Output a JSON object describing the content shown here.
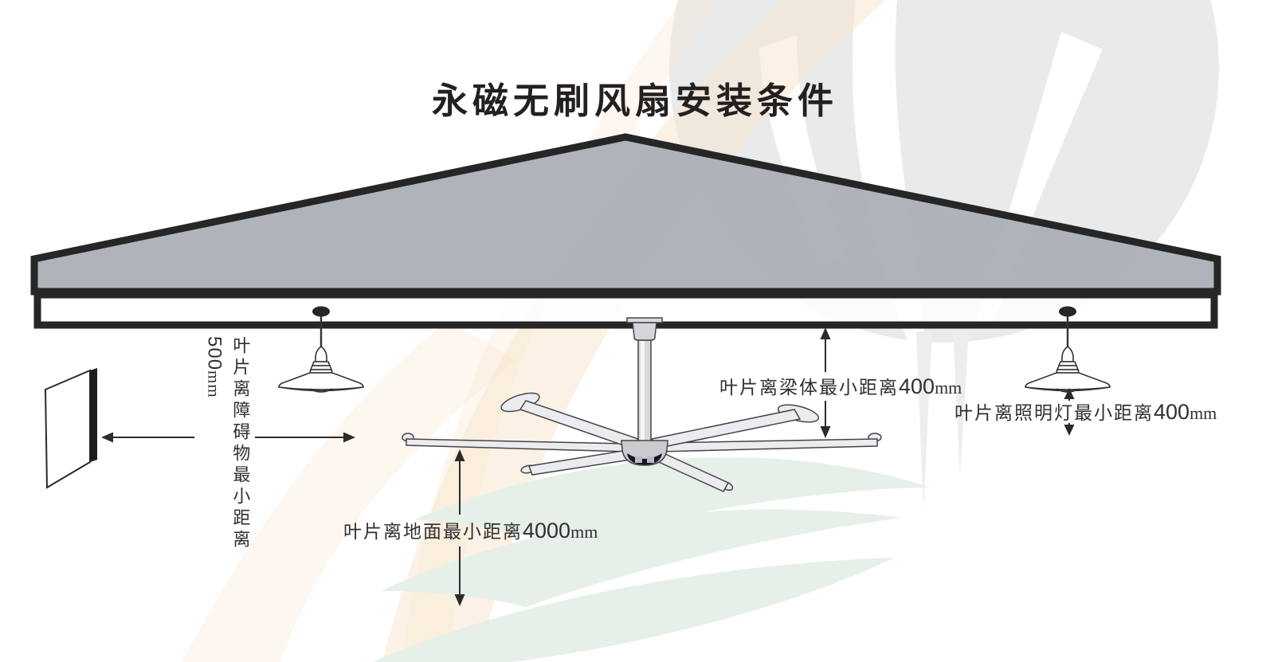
{
  "title": "永磁无刷风扇安装条件",
  "annotations": {
    "obstacle": {
      "label": "叶片离障碍物最小距离",
      "value": "500",
      "unit": "mm"
    },
    "beam": {
      "label": "叶片离梁体最小距离",
      "value": "400",
      "unit": "mm"
    },
    "light": {
      "label": "叶片离照明灯最小距离",
      "value": "400",
      "unit": "mm"
    },
    "ground": {
      "label": "叶片离地面最小距离",
      "value": "4000",
      "unit": "mm"
    }
  },
  "colors": {
    "outline": "#262626",
    "roof-fill": "#a9aeb6",
    "blade-fill": "#eaecf0",
    "hub-dark": "#14142a",
    "wm-orange": "#f8e5cc",
    "wm-green": "#e7efe9",
    "wm-gray": "#e9eaec"
  }
}
